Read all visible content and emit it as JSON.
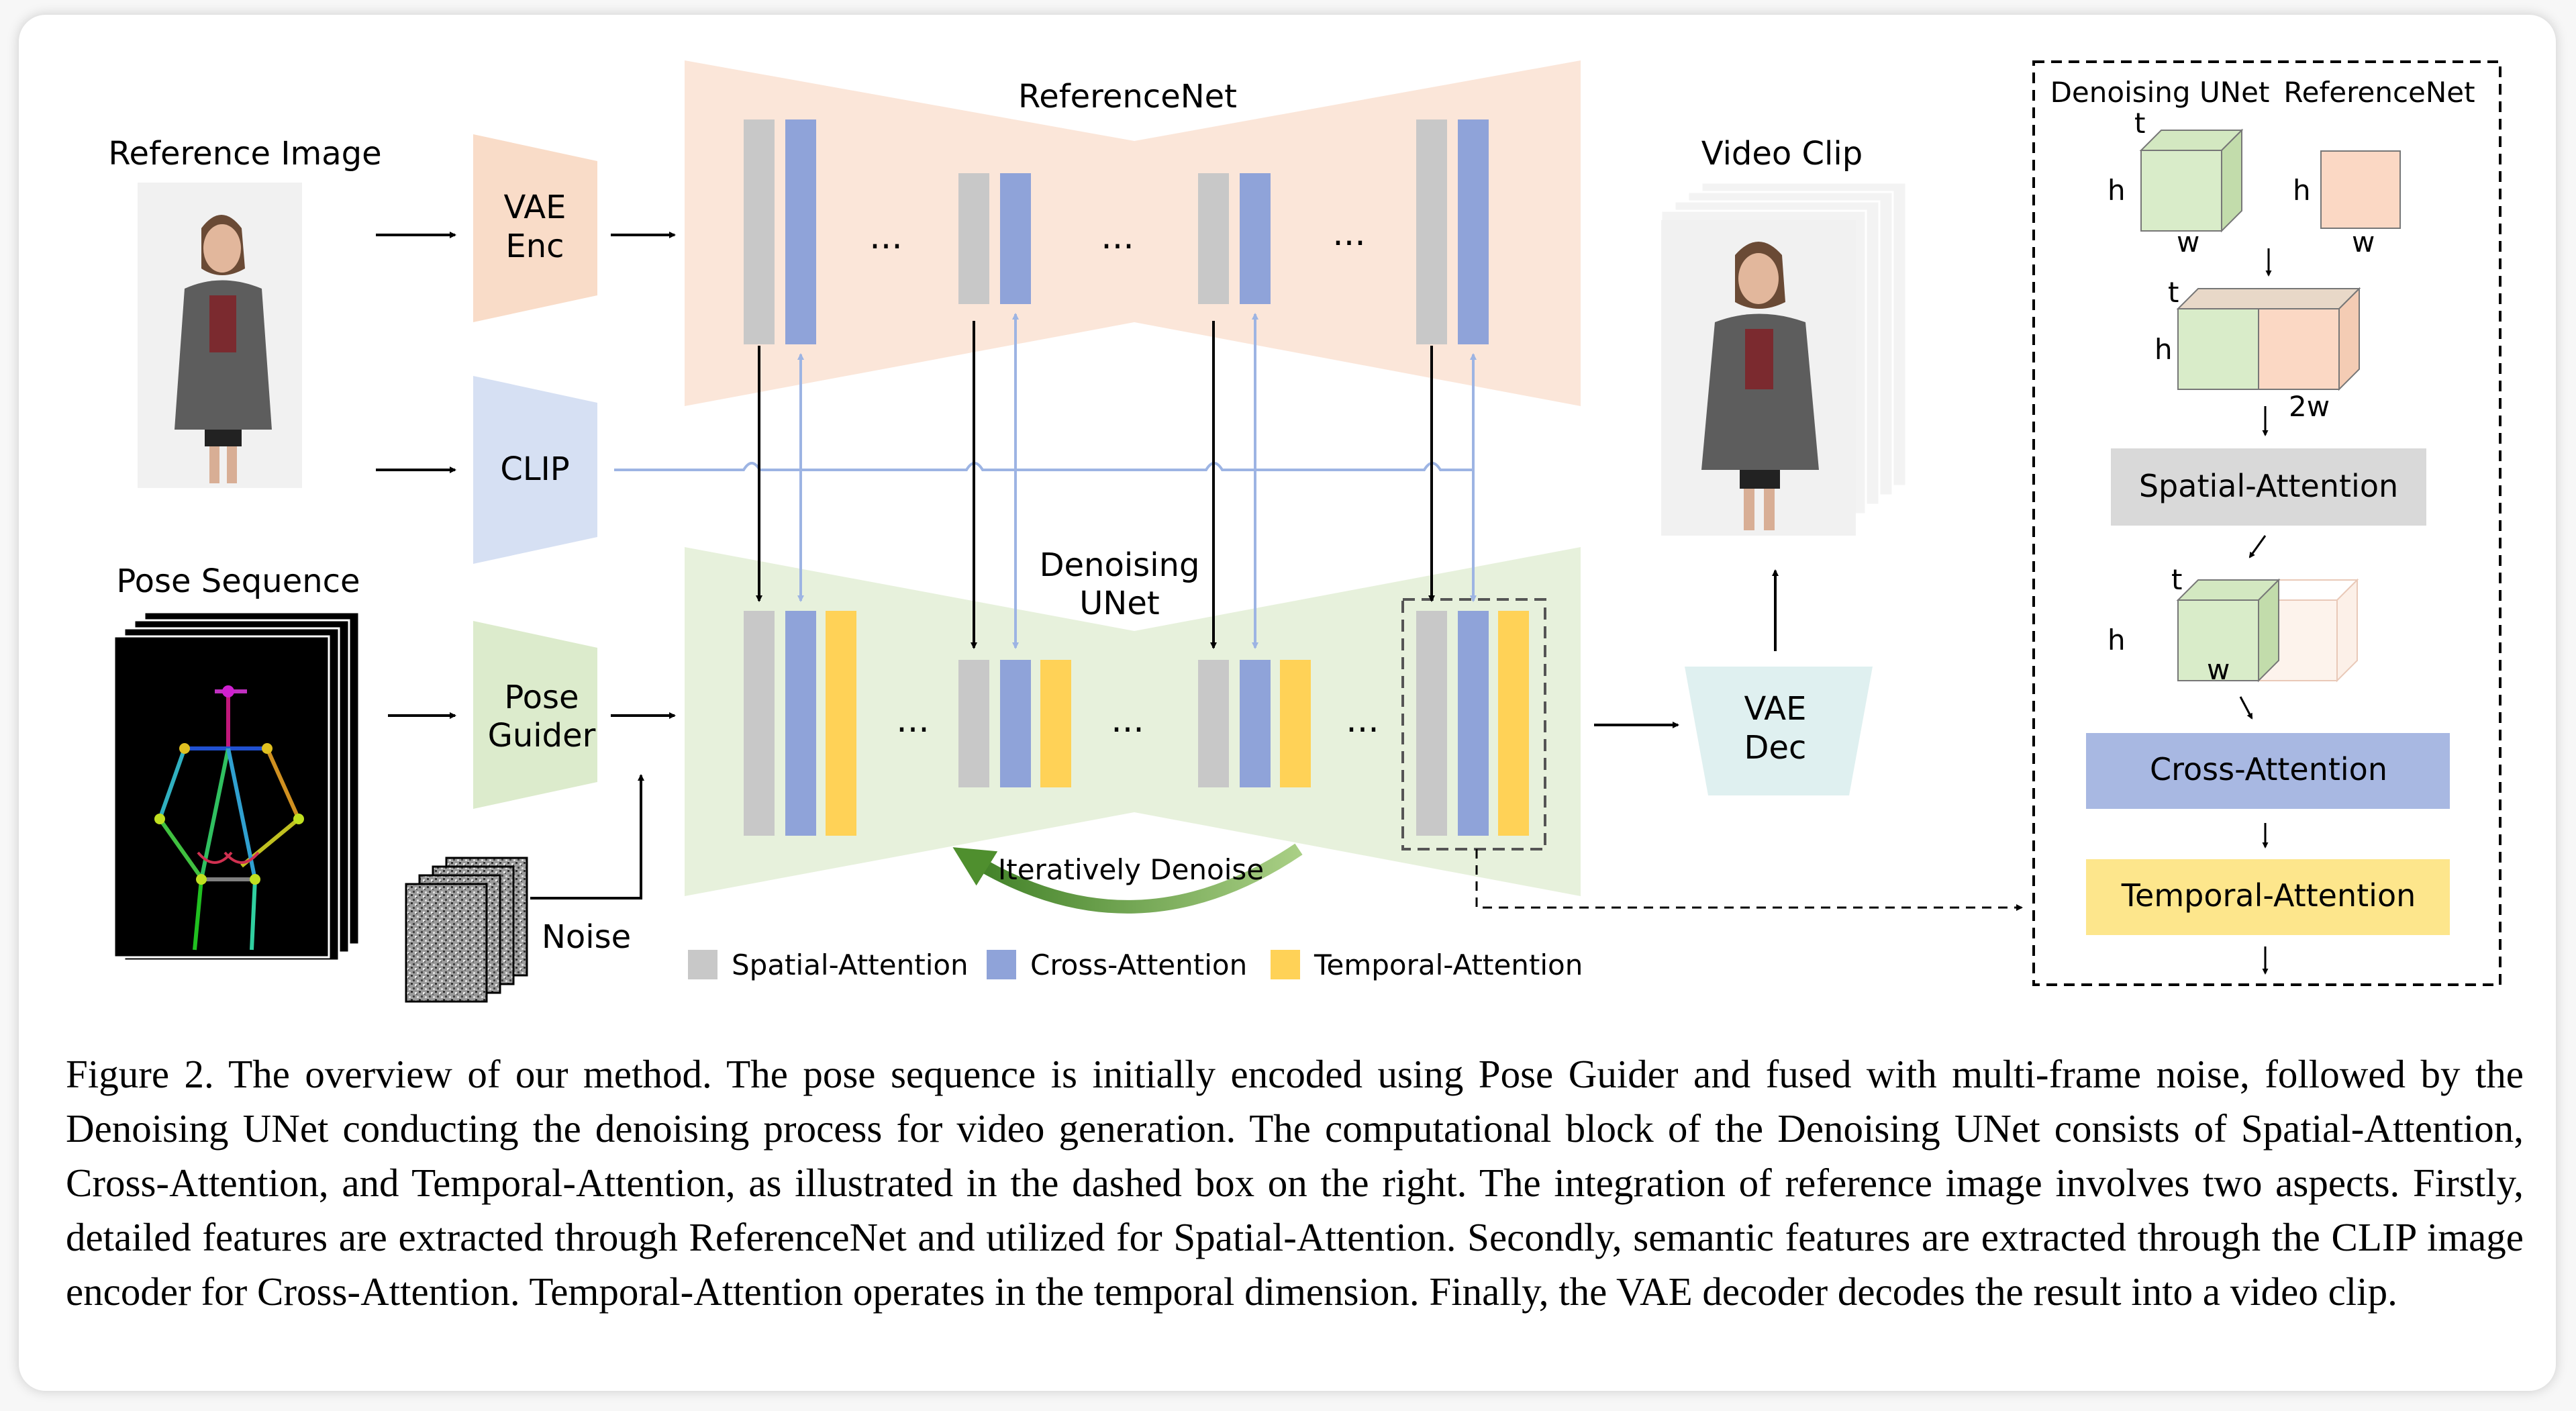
{
  "labels": {
    "reference_image": "Reference Image",
    "pose_sequence": "Pose Sequence",
    "vae_enc_1": "VAE",
    "vae_enc_2": "Enc",
    "clip": "CLIP",
    "pose_guider_1": "Pose",
    "pose_guider_2": "Guider",
    "noise": "Noise",
    "referencenet": "ReferenceNet",
    "denoising_1": "Denoising",
    "denoising_2": "UNet",
    "ellipsis": "...",
    "iteratively_denoise": "Iteratively Denoise",
    "video_clip": "Video Clip",
    "vae_dec_1": "VAE",
    "vae_dec_2": "Dec"
  },
  "legend": {
    "spatial": "Spatial-Attention",
    "cross": "Cross-Attention",
    "temporal": "Temporal-Attention"
  },
  "inset": {
    "denoising_unet": "Denoising UNet",
    "referencenet": "ReferenceNet",
    "t": "t",
    "h": "h",
    "w": "w",
    "two_w": "2w",
    "spatial_attention": "Spatial-Attention",
    "cross_attention": "Cross-Attention",
    "temporal_attention": "Temporal-Attention"
  },
  "caption": "Figure 2.  The overview of our method.  The pose sequence is initially encoded using Pose Guider and fused with multi-frame noise, followed by the Denoising UNet conducting the denoising process for video generation. The computational block of the Denoising UNet consists of Spatial-Attention, Cross-Attention, and Temporal-Attention, as illustrated in the dashed box on the right.  The integration of reference image involves two aspects. Firstly, detailed features are extracted through ReferenceNet and utilized for Spatial-Attention. Secondly, semantic features are extracted through the CLIP image encoder for Cross-Attention. Temporal-Attention operates in the temporal dimension. Finally, the VAE decoder decodes the result into a video clip.",
  "colors": {
    "spatial": "#c8c8c8",
    "cross": "#8fa3d9",
    "temporal": "#ffd257",
    "reference_bg": "#fbe6d9",
    "denoise_bg": "#e7f1dc",
    "arrow_green": "#5c9c3a"
  }
}
